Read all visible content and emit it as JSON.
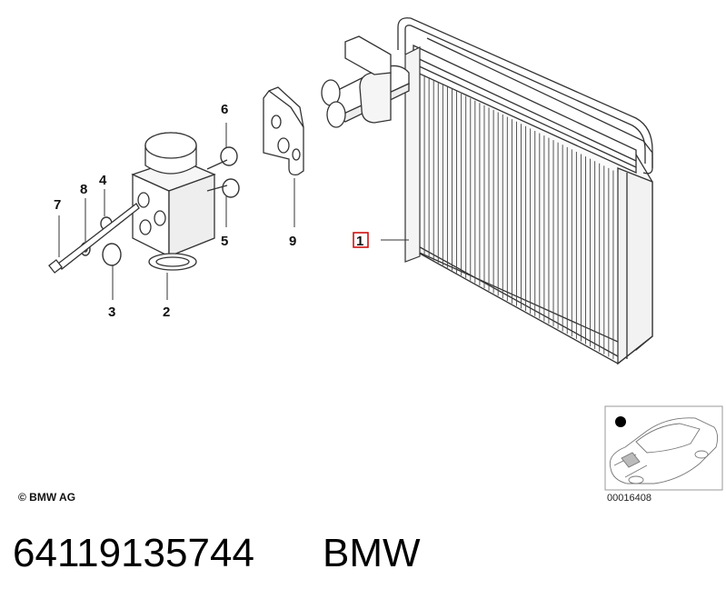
{
  "callouts": {
    "c1": "1",
    "c2": "2",
    "c3": "3",
    "c4": "4",
    "c5": "5",
    "c6": "6",
    "c7": "7",
    "c8": "8",
    "c9": "9"
  },
  "copyright": "© BMW AG",
  "reference_number": "00016408",
  "part_number": "64119135744",
  "brand": "BMW",
  "colors": {
    "line": "#333333",
    "highlight_box": "#cc0000"
  }
}
